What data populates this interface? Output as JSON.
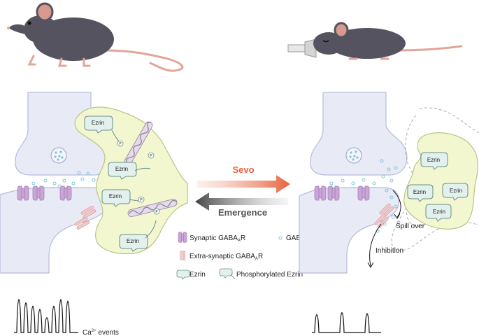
{
  "arrows": {
    "forward_label": "Sevo",
    "back_label": "Emergence",
    "forward_color": "#e8603c",
    "back_color": "#555555"
  },
  "legend": {
    "synaptic_receptor_prefix": "Synaptic GABA",
    "extra_receptor_prefix": "Extra-synaptic GABA",
    "receptor_subscript": "A",
    "receptor_suffix": "R",
    "gaba": "GABA",
    "ezrin": "Ezrin",
    "phospho_ezrin": "Phosphorylated Ezrin"
  },
  "left_panel": {
    "ezrin_labels": [
      "Ezrin",
      "Ezrin",
      "Ezrin",
      "Ezrin"
    ],
    "p_label": "P",
    "trace_label_main": "Ca",
    "trace_label_sup": "2+",
    "trace_label_rest": " events",
    "spike_heights": [
      1.0,
      0.9,
      0.8,
      0.7,
      0.45,
      0.8,
      1.0,
      0.95
    ]
  },
  "right_panel": {
    "ezrin_labels": [
      "Ezrin",
      "Ezrin",
      "Ezrin",
      "Ezrin"
    ],
    "spill_over": "Spill over",
    "inhibition": "Inhibition",
    "spike_heights": [
      0.85,
      0.95,
      0.9
    ]
  },
  "colors": {
    "neuron_fill": "#e8eaf6",
    "neuron_stroke": "#b8bcd8",
    "astro_fill": "#f3f7d0",
    "astro_stroke": "#b7c58a",
    "synaptic_receptor": "#c9a6d6",
    "extra_receptor": "#f2c8c8",
    "gaba_dot": "#7fc4dd",
    "ezrin_fill": "#e3f1ee",
    "mouse_body": "#55535f",
    "mouse_tail": "#e2a598"
  }
}
